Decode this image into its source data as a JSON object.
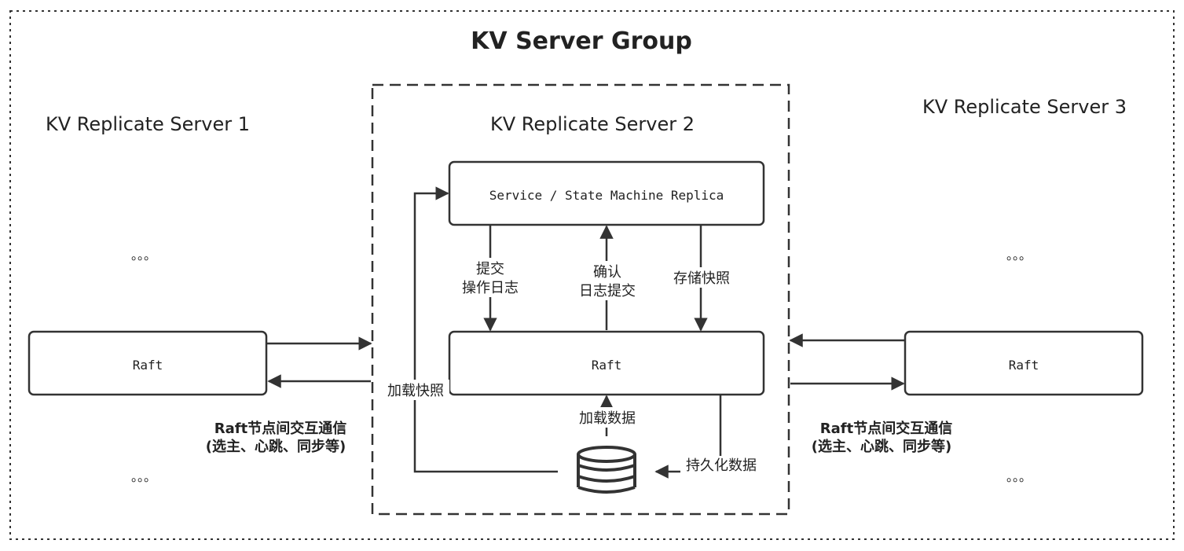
{
  "group": {
    "title": "KV Server Group"
  },
  "servers": {
    "s1": {
      "label": "KV Replicate Server 1",
      "raft": "Raft",
      "dots_top": "。。。",
      "dots_bottom": "。。。"
    },
    "s2": {
      "label": "KV Replicate Server 2",
      "service": "Service / State Machine Replica",
      "raft": "Raft"
    },
    "s3": {
      "label": "KV Replicate Server 3",
      "raft": "Raft",
      "dots_top": "。。。",
      "dots_bottom": "。。。"
    }
  },
  "edges": {
    "commit_line1": "提交",
    "commit_line2": "操作日志",
    "confirm_line1": "确认",
    "confirm_line2": "日志提交",
    "store_snapshot": "存储快照",
    "load_snapshot": "加载快照",
    "load_data": "加载数据",
    "persist_data": "持久化数据"
  },
  "comm": {
    "left_line1": "Raft节点间交互通信",
    "left_line2": "(选主、心跳、同步等)",
    "right_line1": "Raft节点间交互通信",
    "right_line2": "(选主、心跳、同步等)"
  },
  "colors": {
    "stroke": "#333333",
    "text": "#222222",
    "background": "#ffffff"
  }
}
